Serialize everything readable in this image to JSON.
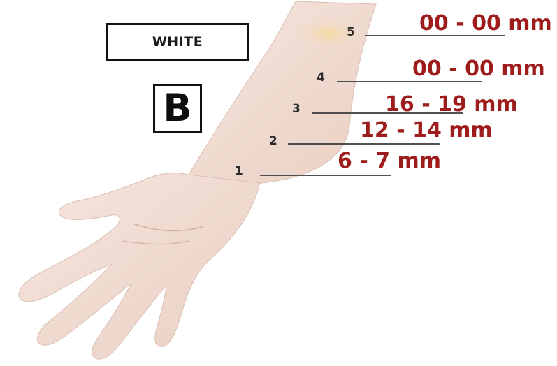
{
  "skin_label": "WHITE",
  "panel_label": "B",
  "sites": [
    {
      "number": "1",
      "measurement": "6 - 7 mm"
    },
    {
      "number": "2",
      "measurement": "12 - 14 mm"
    },
    {
      "number": "3",
      "measurement": "16 - 19 mm"
    },
    {
      "number": "4",
      "measurement": "00 - 00 mm"
    },
    {
      "number": "5",
      "measurement": "00 - 00 mm"
    }
  ],
  "colors": {
    "skin": "#f0dcd2",
    "skin_shadow": "#d8bcae",
    "measurement_text": "#9e1c1c",
    "leader_line": "#3a3a3a",
    "mark_site_5": "#f4cf90"
  }
}
